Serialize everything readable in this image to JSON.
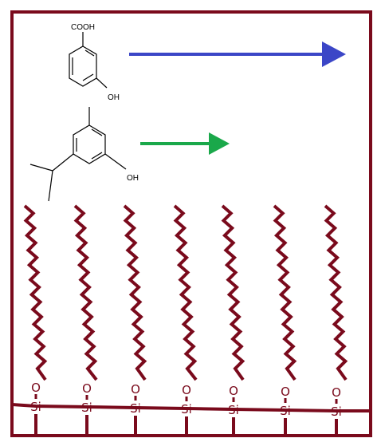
{
  "colors": {
    "frame": "#7a0a1c",
    "chain": "#7a0a1c",
    "arrow_top": "#3b46c7",
    "arrow_bottom": "#1aa84a",
    "bond": "#000000"
  },
  "molecules": {
    "top": {
      "substituent_cooh": "COOH",
      "substituent_oh": "OH"
    },
    "bottom": {
      "substituent_oh": "OH"
    }
  },
  "surface": {
    "oxygen_label": "O",
    "silicon_label": "Si",
    "chain_count": 7
  }
}
